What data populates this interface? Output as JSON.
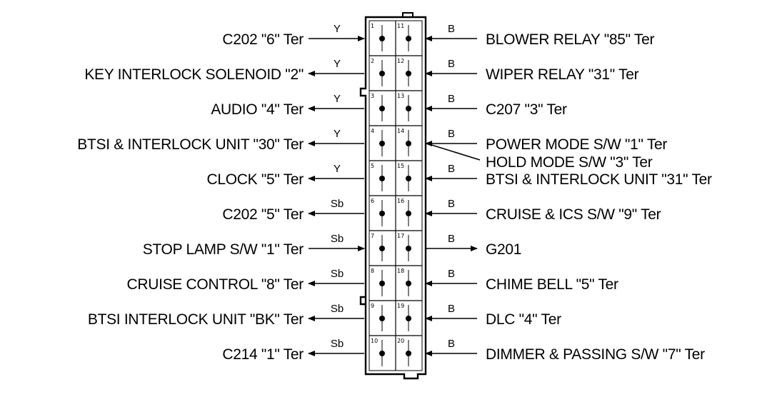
{
  "connector": {
    "left_pins": [
      {
        "pin": "1",
        "wire": "Y",
        "label": "C202 \"6\" Ter",
        "dir": "in"
      },
      {
        "pin": "2",
        "wire": "Y",
        "label": "KEY INTERLOCK SOLENOID \"2\"",
        "dir": "out"
      },
      {
        "pin": "3",
        "wire": "Y",
        "label": "AUDIO \"4\" Ter",
        "dir": "out"
      },
      {
        "pin": "4",
        "wire": "Y",
        "label": "BTSI & INTERLOCK UNIT \"30\" Ter",
        "dir": "out"
      },
      {
        "pin": "5",
        "wire": "Y",
        "label": "CLOCK \"5\" Ter",
        "dir": "out"
      },
      {
        "pin": "6",
        "wire": "Sb",
        "label": "C202 \"5\" Ter",
        "dir": "out"
      },
      {
        "pin": "7",
        "wire": "Sb",
        "label": "STOP LAMP S/W \"1\" Ter",
        "dir": "in"
      },
      {
        "pin": "8",
        "wire": "Sb",
        "label": "CRUISE CONTROL \"8\" Ter",
        "dir": "out"
      },
      {
        "pin": "9",
        "wire": "Sb",
        "label": "BTSI  INTERLOCK UNIT \"BK\" Ter",
        "dir": "out"
      },
      {
        "pin": "10",
        "wire": "Sb",
        "label": "C214 \"1\" Ter",
        "dir": "out"
      }
    ],
    "right_pins": [
      {
        "pin": "11",
        "wire": "B",
        "label": "BLOWER RELAY \"85\" Ter",
        "dir": "in"
      },
      {
        "pin": "12",
        "wire": "B",
        "label": "WIPER RELAY \"31\" Ter",
        "dir": "in"
      },
      {
        "pin": "13",
        "wire": "B",
        "label": "C207 \"3\" Ter",
        "dir": "in"
      },
      {
        "pin": "14",
        "wire": "B",
        "label": "POWER MODE S/W \"1\" Ter",
        "dir": "in"
      },
      {
        "pin": "15",
        "wire": "B",
        "label": "BTSI & INTERLOCK UNIT \"31\" Ter",
        "dir": "in"
      },
      {
        "pin": "16",
        "wire": "B",
        "label": "CRUISE & ICS S/W \"9\" Ter",
        "dir": "in"
      },
      {
        "pin": "17",
        "wire": "B",
        "label": "G201",
        "dir": "out"
      },
      {
        "pin": "18",
        "wire": "B",
        "label": "CHIME BELL \"5\" Ter",
        "dir": "in"
      },
      {
        "pin": "19",
        "wire": "B",
        "label": "DLC \"4\" Ter",
        "dir": "in"
      },
      {
        "pin": "20",
        "wire": "B",
        "label": "DIMMER & PASSING S/W \"7\" Ter",
        "dir": "in"
      }
    ],
    "extra_label": "HOLD MODE S/W \"3\" Ter"
  }
}
